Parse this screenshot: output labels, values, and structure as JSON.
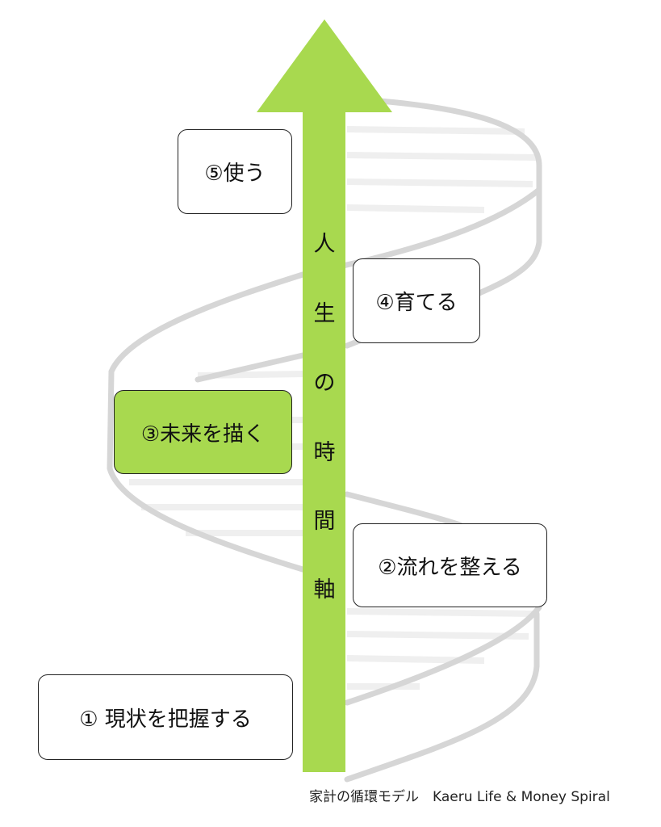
{
  "colors": {
    "accent": "#a8d94f",
    "spiral": "#d6d6d6",
    "stripe": "#efefef"
  },
  "axis_label_chars": [
    "人",
    "生",
    "の",
    "時",
    "間",
    "軸"
  ],
  "steps": [
    {
      "label": "① 現状を把握する",
      "highlighted": false
    },
    {
      "label": "②流れを整える",
      "highlighted": false
    },
    {
      "label": "③未来を描く",
      "highlighted": true
    },
    {
      "label": "④育てる",
      "highlighted": false
    },
    {
      "label": "⑤使う",
      "highlighted": false
    }
  ],
  "caption": "家計の循環モデル　Kaeru Life & Money Spiral"
}
